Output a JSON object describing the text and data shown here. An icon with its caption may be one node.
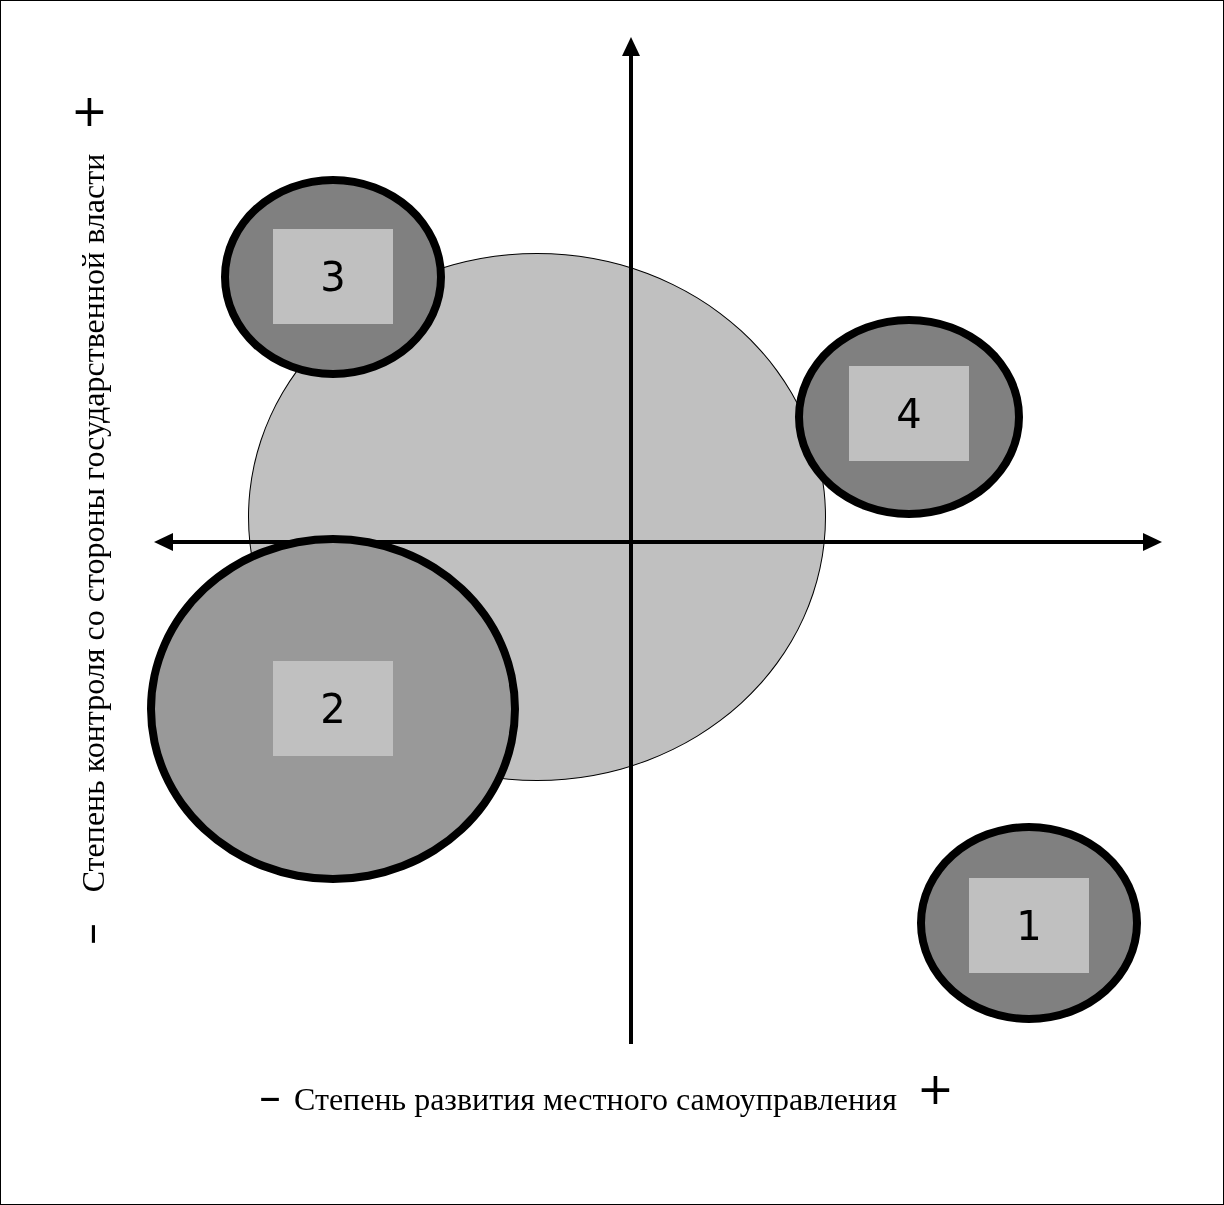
{
  "diagram": {
    "nodes": [
      {
        "text": [
          "3"
        ]
      },
      {
        "text": [],
        "shape": "circle"
      },
      {
        "text": [
          "4"
        ]
      },
      {
        "text": [
          "2"
        ]
      },
      {
        "text": [
          "1"
        ]
      }
    ],
    "labels": [
      "+",
      "Степень контроля со стороны государственной власти",
      "–",
      "–",
      "Степень развития местного самоуправления",
      "+"
    ]
  }
}
